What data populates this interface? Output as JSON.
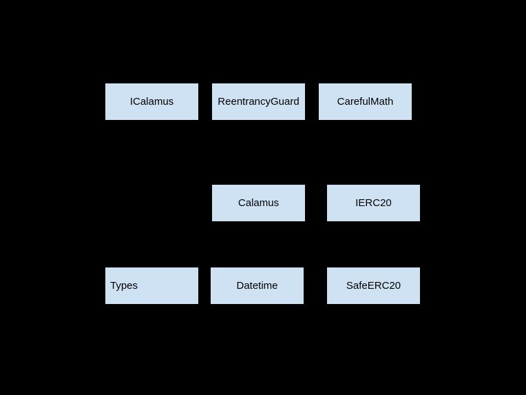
{
  "diagram": {
    "background_color": "#000000",
    "node_fill_color": "#cfe2f3",
    "nodes": {
      "icalamus": "ICalamus",
      "reentrancy_guard": "ReentrancyGuard",
      "careful_math": "CarefulMath",
      "calamus": "Calamus",
      "ierc20": "IERC20",
      "types": "Types",
      "datetime": "Datetime",
      "safe_erc20": "SafeERC20"
    }
  }
}
